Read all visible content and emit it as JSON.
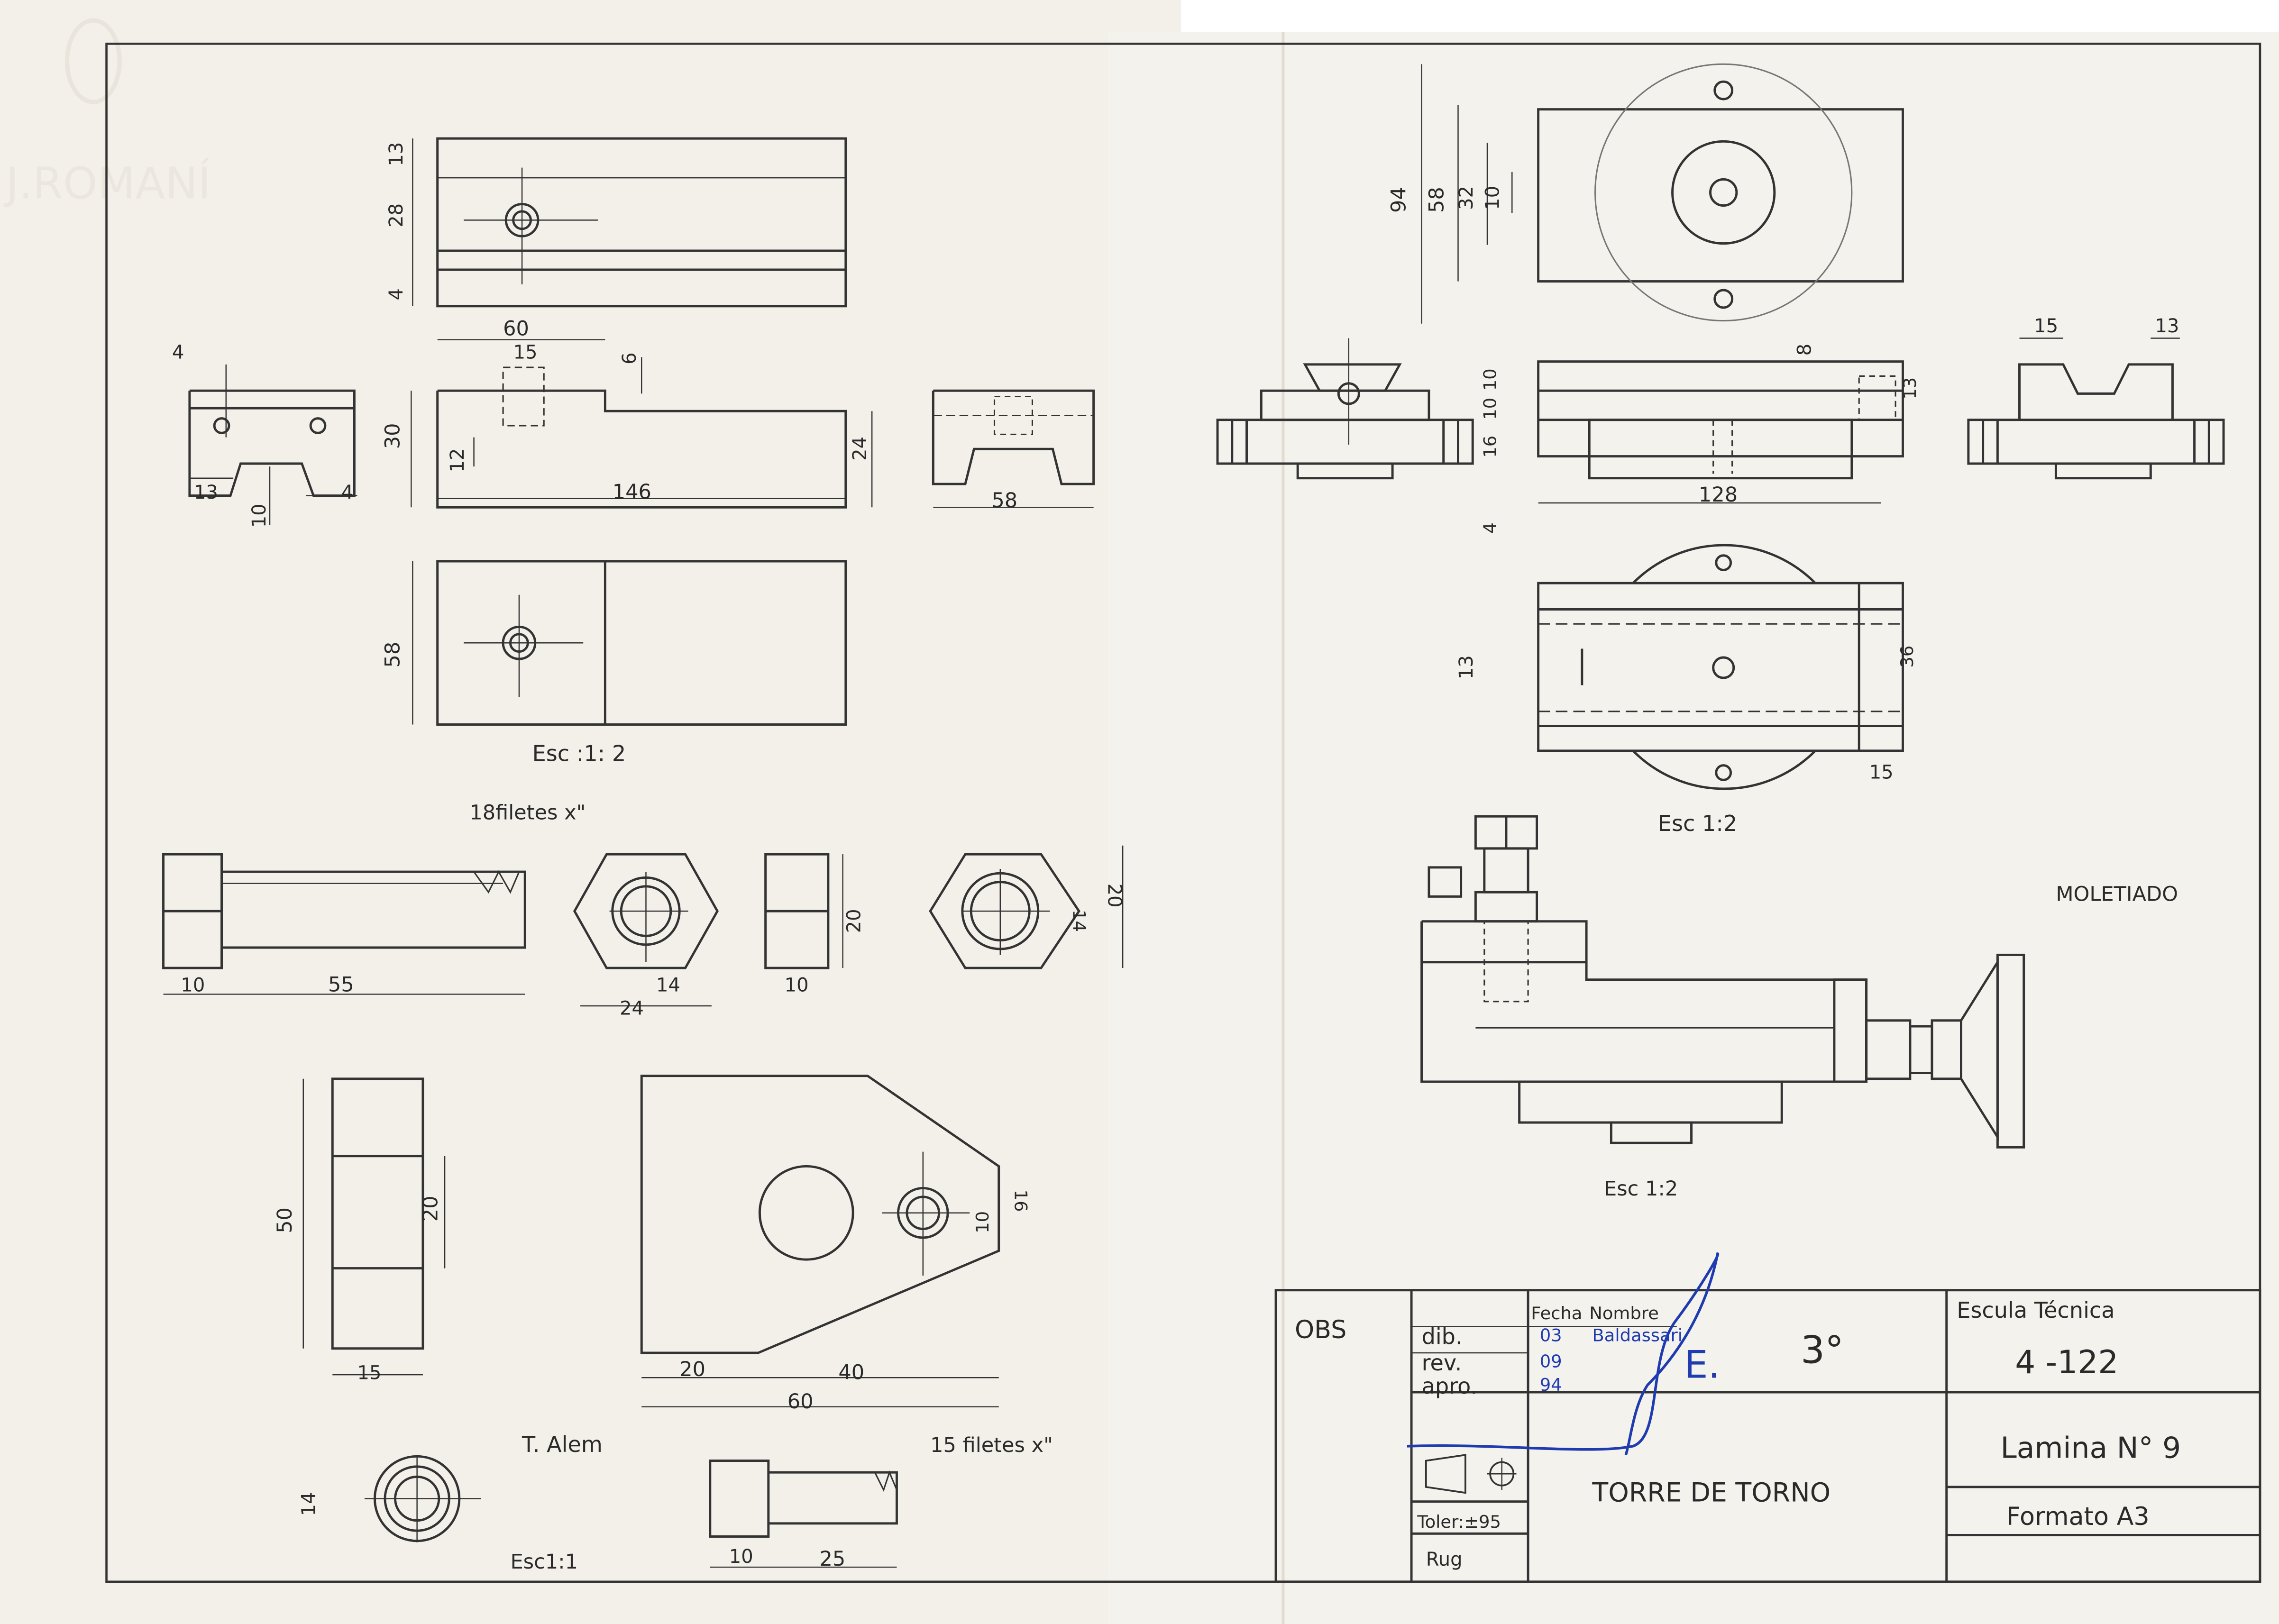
{
  "watermark": "J.ROMANÍ",
  "colors": {
    "paper_left": "#f3f0ea",
    "paper_right": "#f4f2ed",
    "ink": "#2a2a2a",
    "pen_blue": "#1f3bb0"
  },
  "left_sheet": {
    "block_dims": {
      "top_13": "13",
      "top_28": "28",
      "top_4": "4",
      "front_60": "60",
      "front_15": "15",
      "front_6": "6",
      "front_30": "30",
      "front_12": "12",
      "front_146": "146",
      "front_24": "24",
      "side_4": "4",
      "side_13": "13",
      "side_10": "10",
      "side_4b": "4",
      "end_58": "58",
      "plan_58": "58"
    },
    "scale_block": "Esc :1: 2",
    "bolt_thread": "18filetes x\"",
    "bolt_dims": {
      "head_10": "10",
      "len_55": "55",
      "hex_24": "24",
      "hex_14": "14",
      "nut_20": "20",
      "nut_10": "10",
      "nut2_20": "20",
      "nut2_14": "14"
    },
    "plate_dims": {
      "h_50": "50",
      "h_20": "20",
      "w_15": "15",
      "b_20": "20",
      "b_40": "40",
      "b_60": "60",
      "hole_10": "10",
      "hole_16": "16"
    },
    "screw_label": "T. Alem",
    "screw_thread": "15 filetes x\"",
    "screw_dims": {
      "d_14": "14",
      "l_10": "10",
      "l_25": "25"
    },
    "scale_screw": "Esc1:1"
  },
  "right_sheet": {
    "turret_dims": {
      "d_94": "94",
      "d_58": "58",
      "d_32": "32",
      "d_10": "10",
      "d_8": "8",
      "h_10a": "10",
      "h_10b": "10",
      "h_16": "16",
      "h_4": "4",
      "h_13": "13",
      "w_128": "128",
      "v_15": "15",
      "v_13": "13",
      "p_13": "13",
      "p_36": "36",
      "p_15": "15"
    },
    "scale_turret": "Esc 1:2",
    "knurl_label": "MOLETIADO",
    "scale_assembly": "Esc 1:2"
  },
  "title_block": {
    "obs": "OBS",
    "col_fecha": "Fecha",
    "col_nombre": "Nombre",
    "rows": [
      {
        "label": "dib.",
        "fecha": "03",
        "nombre": "Baldassari"
      },
      {
        "label": "rev.",
        "fecha": "09",
        "nombre": ""
      },
      {
        "label": "apro.",
        "fecha": "94",
        "nombre": ""
      }
    ],
    "grade": "3°",
    "signature_mark": "E.",
    "school": "Escula Técnica",
    "code": "4 -122",
    "sheet_no": "Lamina N° 9",
    "format": "Formato A3",
    "title": "TORRE DE TORNO",
    "tolerance": "Toler:±95",
    "roughness": "Rug"
  }
}
